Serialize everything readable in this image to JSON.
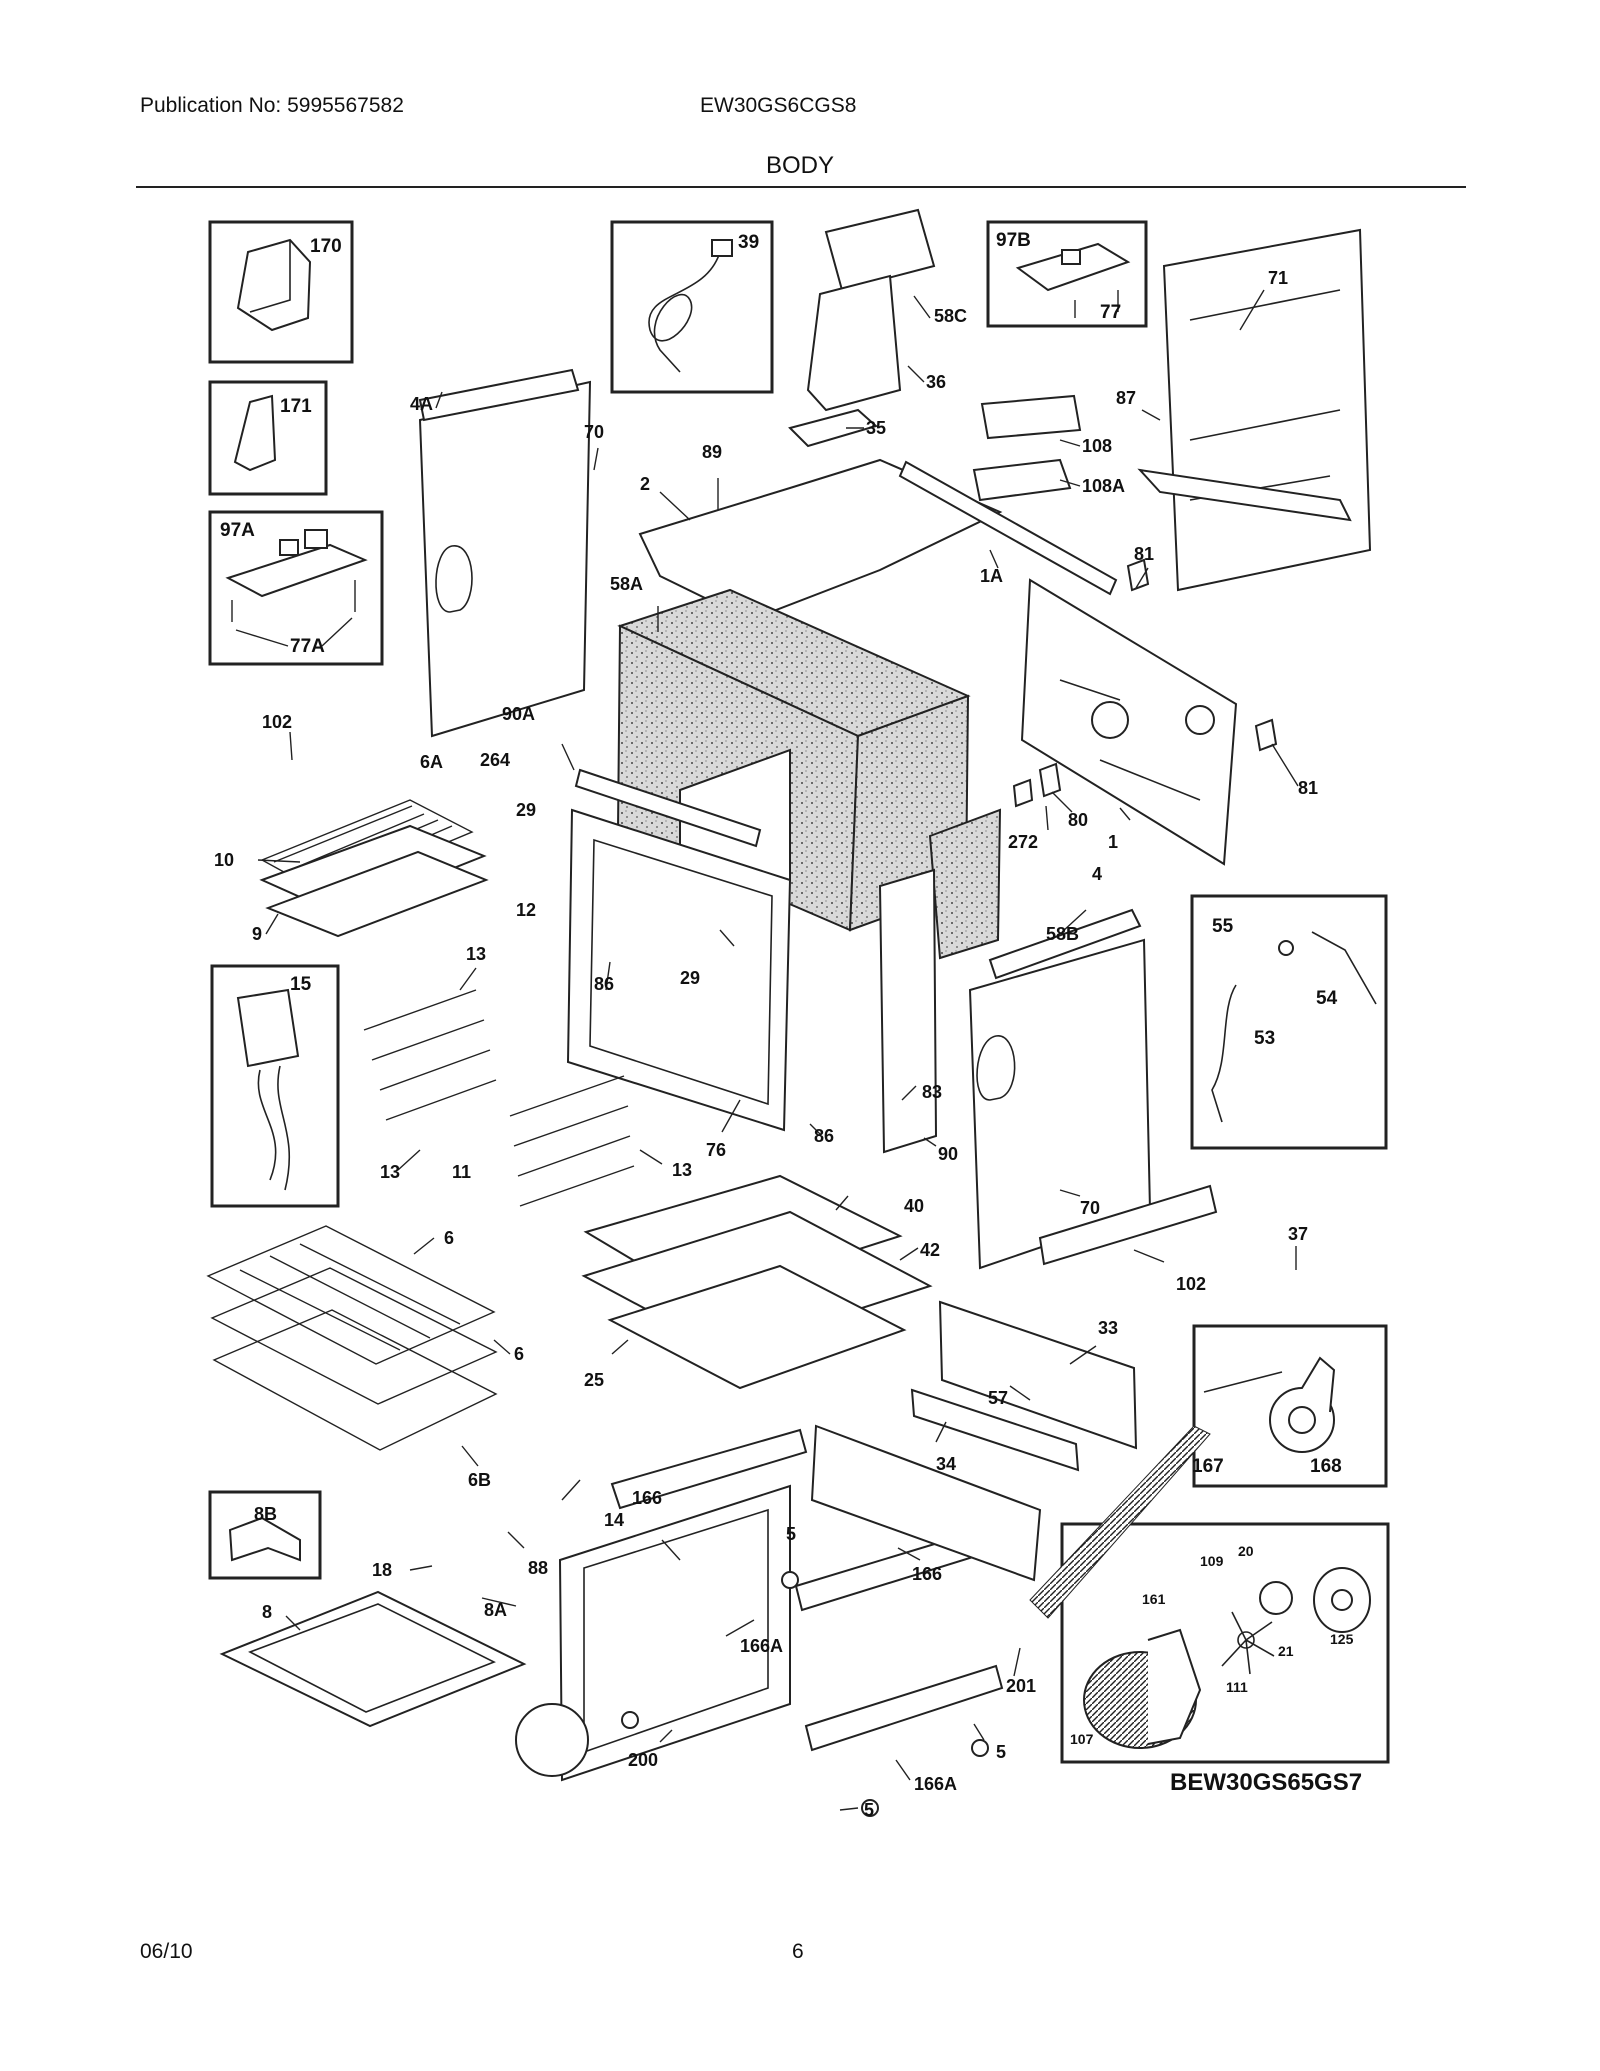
{
  "header": {
    "publication": "Publication No: 5995567582",
    "model": "EW30GS6CGS8",
    "section_title": "BODY"
  },
  "footer": {
    "date": "06/10",
    "page_number": "6"
  },
  "insets": {
    "box_170": "170",
    "box_171": "171",
    "box_97a": "97A",
    "box_77a": "77A",
    "box_39": "39",
    "box_97b": "97B",
    "box_77": "77",
    "box_15": "15",
    "box_55": "55",
    "box_54": "54",
    "box_53": "53",
    "box_167": "167",
    "box_168": "168",
    "box_8b": "8B",
    "convection_kit_code": "BEW30GS65GS7"
  },
  "convection_parts": {
    "p161": "161",
    "p109": "109",
    "p20": "20",
    "p21": "21",
    "p111": "111",
    "p125": "125",
    "p107": "107"
  },
  "callouts": {
    "c4a": "4A",
    "c70a": "70",
    "c2": "2",
    "c89": "89",
    "c35": "35",
    "c58c": "58C",
    "c36": "36",
    "c71": "71",
    "c87": "87",
    "c108": "108",
    "c108a": "108A",
    "c1a": "1A",
    "c81a": "81",
    "c58a": "58A",
    "c102a": "102",
    "c90a": "90A",
    "c264": "264",
    "c6a": "6A",
    "c29a": "29",
    "c10": "10",
    "c12": "12",
    "c9": "9",
    "c81b": "81",
    "c272": "272",
    "c80": "80",
    "c1": "1",
    "c58b": "58B",
    "c4": "4",
    "c13a": "13",
    "c29b": "29",
    "c86a": "86",
    "c83": "83",
    "c86b": "86",
    "c76": "76",
    "c90": "90",
    "c13b": "13",
    "c11": "11",
    "c13c": "13",
    "c70b": "70",
    "c37": "37",
    "c40": "40",
    "c42": "42",
    "c6": "6",
    "c6b2": "6",
    "c25": "25",
    "c102b": "102",
    "c33": "33",
    "c57": "57",
    "c34": "34",
    "c6b": "6B",
    "c14": "14",
    "c166a": "166",
    "c18": "18",
    "c88": "88",
    "c8": "8",
    "c8a": "8A",
    "c5a": "5",
    "c166b": "166",
    "c166a1": "166A",
    "c201": "201",
    "c5b": "5",
    "c200": "200",
    "c166a2": "166A",
    "c5c": "5"
  }
}
